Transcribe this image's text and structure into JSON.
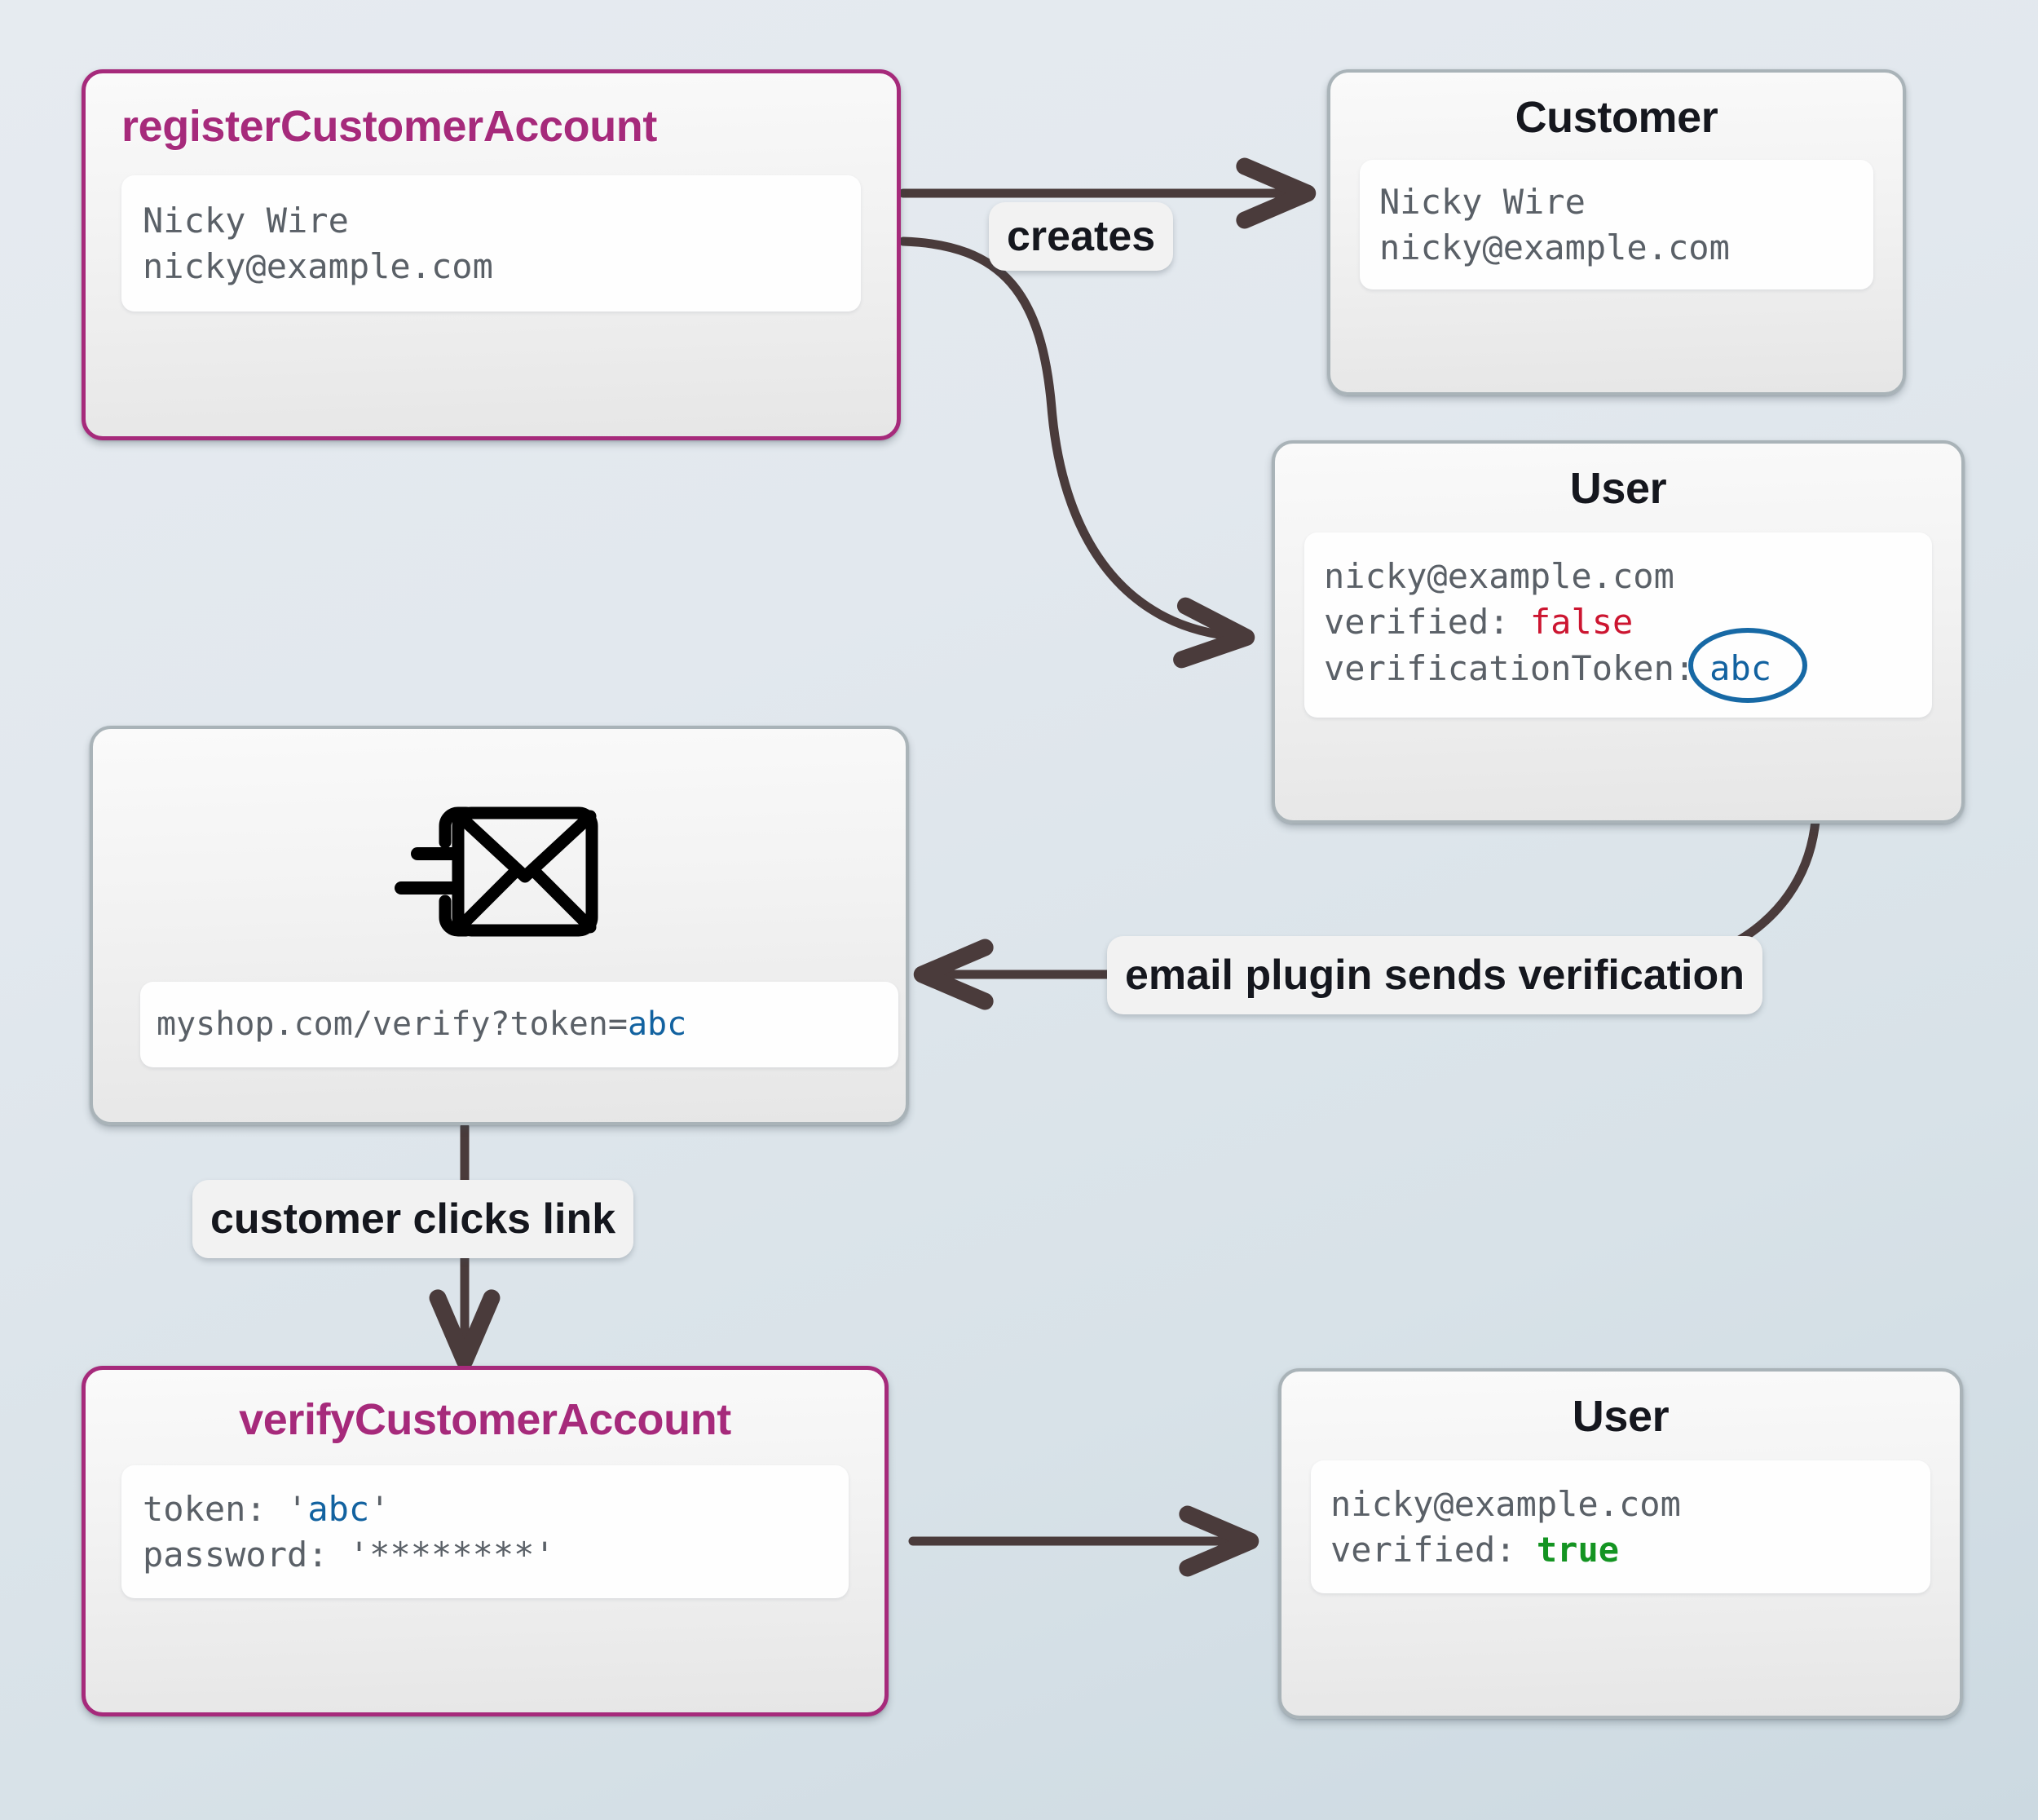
{
  "diagram": {
    "title": "customer account registration and email verification flow",
    "colors": {
      "accent": "#a62a7b",
      "node_border": "#a9b3b8",
      "edge": "#4a3b3b",
      "token_blue": "#1262a0",
      "false_red": "#cc1530",
      "true_green": "#149422",
      "background_top": "#e6ebf0",
      "background_bottom": "#ccd9e1"
    }
  },
  "nodes": {
    "register_mutation": {
      "title": "registerCustomerAccount",
      "lines": [
        "Nicky Wire",
        "nicky@example.com"
      ]
    },
    "customer": {
      "title": "Customer",
      "lines": [
        "Nicky Wire",
        "nicky@example.com"
      ]
    },
    "user_unverified": {
      "title": "User",
      "email": "nicky@example.com",
      "verified_key": "verified:",
      "verified_value": "false",
      "token_key": "verificationToken:",
      "token_value": "abc"
    },
    "email": {
      "icon": "envelope-send-icon",
      "link_prefix": "myshop.com/verify?token=",
      "link_token": "abc"
    },
    "verify_mutation": {
      "title": "verifyCustomerAccount",
      "token_key": "token:",
      "token_value": "abc",
      "password_key": "password:",
      "password_value": "********",
      "quote": "'"
    },
    "user_verified": {
      "title": "User",
      "email": "nicky@example.com",
      "verified_key": "verified:",
      "verified_value": "true"
    }
  },
  "edges": {
    "creates": {
      "label": "creates"
    },
    "email_plugin": {
      "label": "email plugin sends verification"
    },
    "clicks_link": {
      "label": "customer clicks link"
    },
    "verify_to_user": {
      "label": ""
    }
  }
}
